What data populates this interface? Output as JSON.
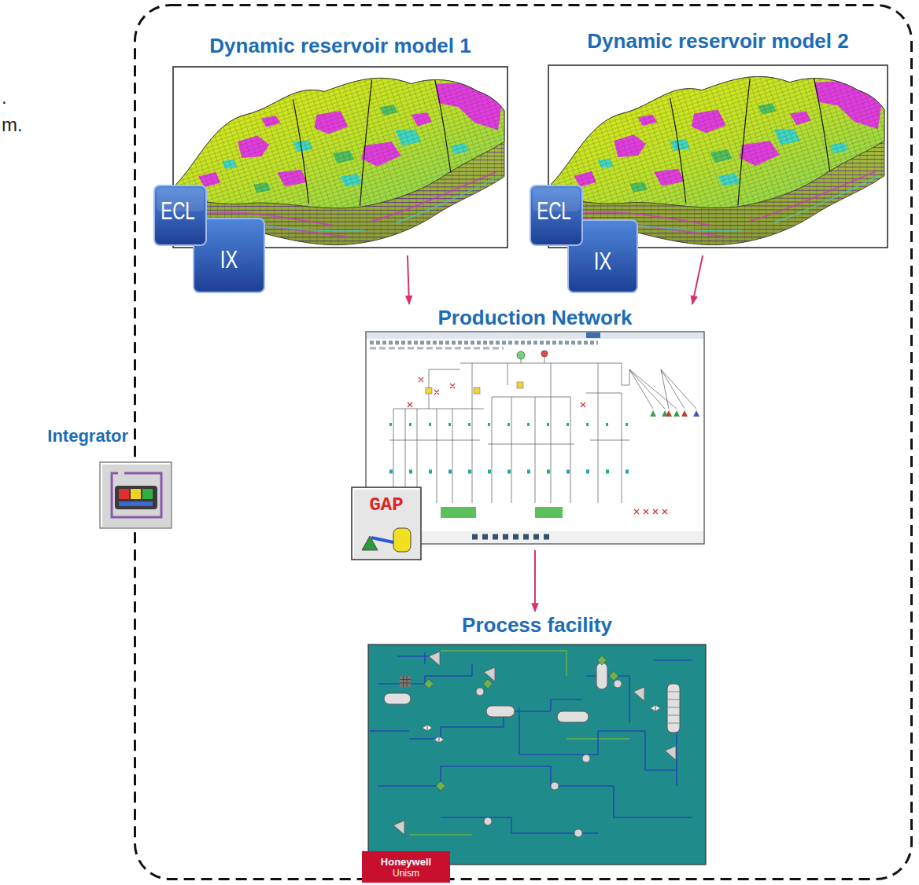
{
  "diagram": {
    "nodes": [
      {
        "text": [
          "Integrator"
        ]
      },
      {
        "text": [
          "Dynamic reservoir model 1"
        ],
        "in": 0
      },
      {
        "text": [
          "Dynamic reservoir model 2"
        ],
        "in": 0
      },
      {
        "text": [
          "Production Network"
        ],
        "in": 0
      },
      {
        "text": [
          "Process facility"
        ],
        "in": 0
      }
    ],
    "edges": [
      {
        "from": 1,
        "to": 3,
        "arrow": "to"
      },
      {
        "from": 2,
        "to": 3,
        "arrow": "to"
      },
      {
        "from": 3,
        "to": 4,
        "arrow": "to"
      }
    ],
    "labels": [
      ".",
      "m.",
      "ECL",
      "IX",
      "ECL",
      "IX",
      "GAP",
      "Honeywell",
      "Unism"
    ]
  }
}
